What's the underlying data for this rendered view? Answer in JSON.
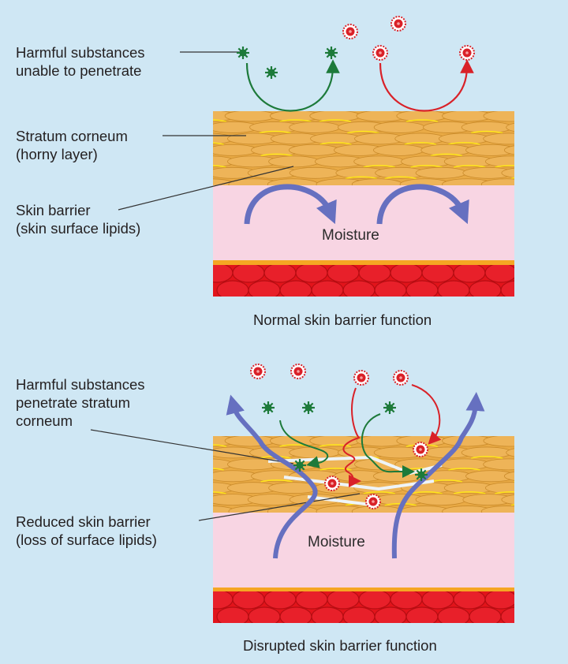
{
  "normal": {
    "labels": {
      "harmful": [
        "Harmful substances",
        "unable to penetrate"
      ],
      "stratum": [
        "Stratum corneum",
        "(horny layer)"
      ],
      "barrier": [
        "Skin barrier",
        "(skin surface lipids)"
      ]
    },
    "moisture": "Moisture",
    "caption": "Normal skin barrier function"
  },
  "disrupted": {
    "labels": {
      "harmful": [
        "Harmful substances",
        "penetrate stratum",
        "corneum"
      ],
      "reduced": [
        "Reduced skin barrier",
        "(loss of surface lipids)"
      ]
    },
    "moisture": "Moisture",
    "caption": "Disrupted skin barrier function"
  },
  "colors": {
    "background": "#cfe7f4",
    "stratum": "#e9aa45",
    "lipid": "#ffe619",
    "pink": "#f8d5e3",
    "dermis": "#e2141b",
    "moisture_arrow": "#6670c0",
    "green": "#1d7a3a",
    "red": "#d92128"
  }
}
